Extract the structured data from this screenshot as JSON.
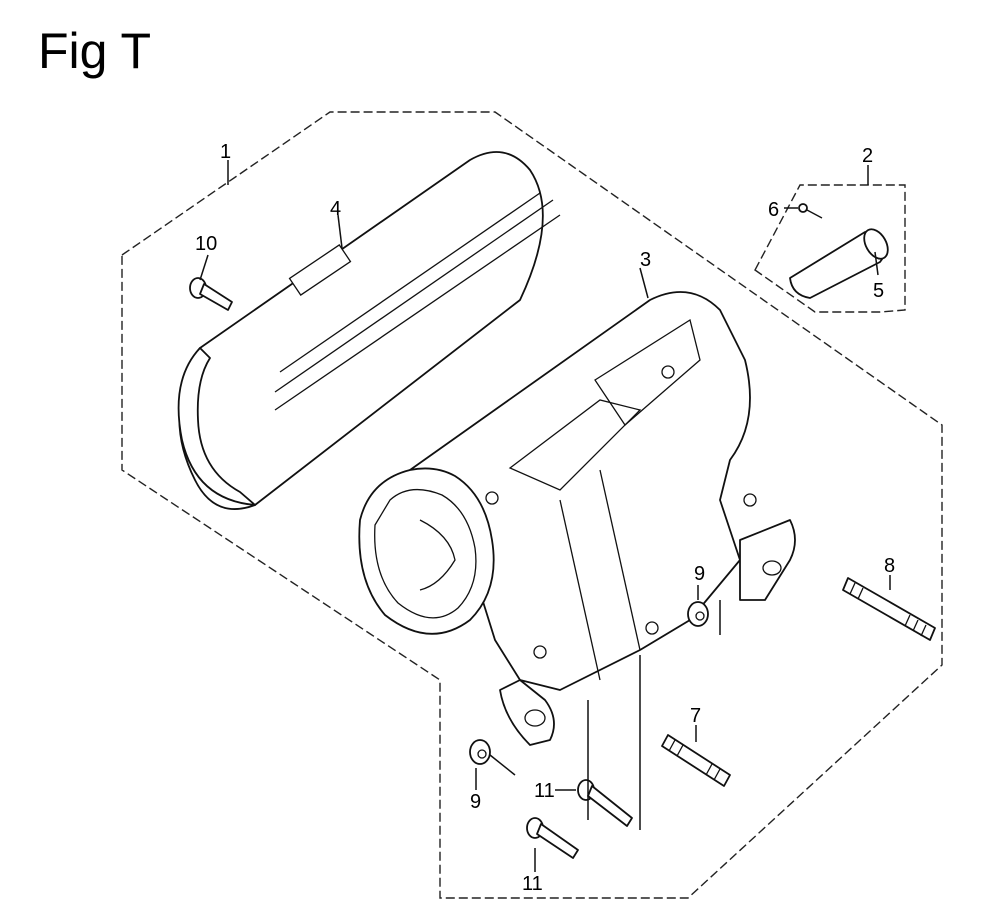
{
  "title": "Fig T",
  "callouts": {
    "c1": "1",
    "c2": "2",
    "c3": "3",
    "c4": "4",
    "c5": "5",
    "c6": "6",
    "c7": "7",
    "c8": "8",
    "c9a": "9",
    "c9b": "9",
    "c10": "10",
    "c11a": "11",
    "c11b": "11"
  }
}
